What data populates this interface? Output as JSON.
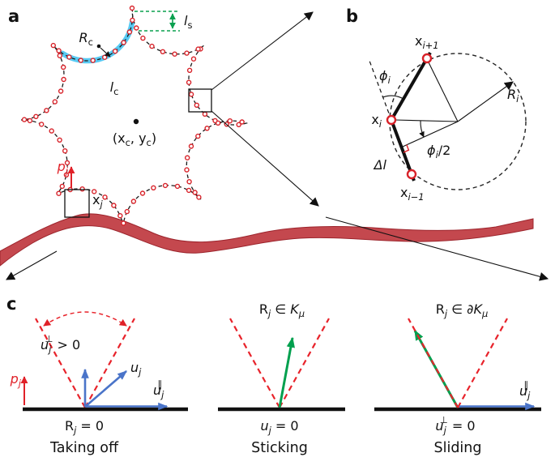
{
  "figure": {
    "panel_a_label": "a",
    "panel_b_label": "b",
    "panel_c_label": "c"
  },
  "colors": {
    "membrane_node_red": "#d8232a",
    "cone_red": "#e02128",
    "vector_blue": "#4a74c9",
    "vector_green": "#00a04e",
    "arc_cyan": "#4fc7f2",
    "substrate_red": "#c03a41",
    "measure_green": "#0aa04f"
  },
  "panel_a": {
    "rc_base": "R",
    "rc_sub": "c",
    "ls_base": "l",
    "ls_sub": "s",
    "lc_base": "l",
    "lc_sub": "c",
    "center_p1": "(x",
    "center_s1": "c",
    "center_p2": ", y",
    "center_s2": "c",
    "center_p3": ")",
    "pj_base": "p",
    "pj_sub": "j",
    "xj_base": "x",
    "xj_sub": "j"
  },
  "panel_b": {
    "xip1_base": "x",
    "xip1_sub": "i+1",
    "xi_base": "x",
    "xi_sub": "i",
    "xim1_base": "x",
    "xim1_sub": "i−1",
    "ri_base": "R",
    "ri_sub": "i",
    "phi_base": "ϕ",
    "phi_sub": "i",
    "phi2_base": "ϕ",
    "phi2_sub": "i",
    "phi2_suffix": "/2",
    "dl": "Δl"
  },
  "panel_c": {
    "taking_off": {
      "uperp_base": "u",
      "uperp_sub": "j",
      "uperp_sup": "⊥",
      "uperp_suffix": " > 0",
      "u_base": "u",
      "u_sub": "j",
      "upar_base": "u",
      "upar_sub": "j",
      "upar_sup": "∥",
      "pj_base": "p",
      "pj_sub": "j",
      "r_base": "R",
      "r_sub": "j",
      "r_suffix": " = 0",
      "caption": "Taking off"
    },
    "sticking": {
      "cone_r": "R",
      "cone_rsub": "j",
      "cone_in": " ∈ ",
      "cone_k": "K",
      "cone_ksub": "μ",
      "u_base": "u",
      "u_sub": "j",
      "u_suffix": " = 0",
      "caption": "Sticking"
    },
    "sliding": {
      "cone_r": "R",
      "cone_rsub": "j",
      "cone_in": " ∈ ∂",
      "cone_k": "K",
      "cone_ksub": "μ",
      "uperp_base": "u",
      "uperp_sub": "j",
      "uperp_sup": "⊥",
      "uperp_suffix": " = 0",
      "upar_base": "u",
      "upar_sub": "j",
      "upar_sup": "∥",
      "caption": "Sliding"
    }
  }
}
